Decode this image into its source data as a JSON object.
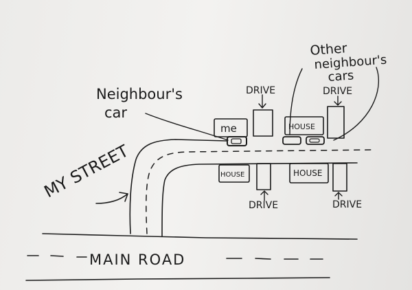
{
  "labels": {
    "neighbours_car_line1": "Neighbour's",
    "neighbours_car_line2": "car",
    "other_cars_line1": "Other",
    "other_cars_line2": "neighbour's",
    "other_cars_line3": "cars",
    "my_street": "MY STREET",
    "main_road": "MAIN ROAD",
    "me": "me",
    "house_top": "HOUSE",
    "house_bottom_left": "HOUSE",
    "house_bottom_right": "HOUSE",
    "drive_top_left": "DRIVE",
    "drive_top_right": "DRIVE",
    "drive_bottom_left": "DRIVE",
    "drive_bottom_right": "DRIVE"
  },
  "colors": {
    "ink": "#1b1b1b",
    "paper": "#f0efed"
  }
}
